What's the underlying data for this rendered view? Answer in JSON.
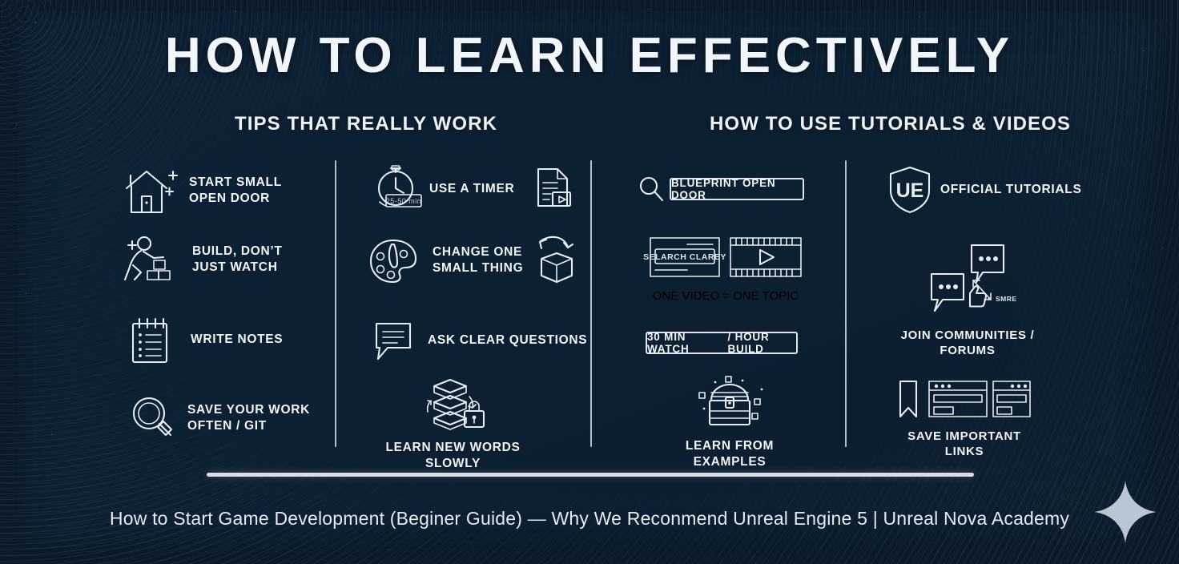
{
  "poster": {
    "title": "HOW TO LEARN EFFECTIVELY",
    "footer_caption": "How to Start Game Development (Beginer Guide) — Why We Reconmend Unreal Engine 5 | Unreal Nova Academy",
    "background_color": "#0c1d2e",
    "frame_color": "#0a1724",
    "ink_color": "#e4ecf4",
    "logo_icon": "four-point-sparkle-icon"
  },
  "sections": {
    "left": {
      "heading": "TIPS THAT REALLY WORK"
    },
    "right": {
      "heading": "HOW TO USE TUTORIALS & VIDEOS"
    }
  },
  "column1": {
    "items": [
      {
        "label": "START SMALL\nOPEN DOOR",
        "icon": "house-plus-icon"
      },
      {
        "label": "BUILD, DON’T\nJUST WATCH",
        "icon": "person-stacking-blocks-icon"
      },
      {
        "label": "WRITE NOTES",
        "icon": "notepad-list-icon"
      },
      {
        "label": "SAVE YOUR WORK\nOFTEN / GIT",
        "icon": "magnifier-icon"
      }
    ]
  },
  "column2": {
    "items": [
      {
        "label": "USE A TIMER",
        "icon": "stopwatch-icon",
        "badge": "25-50 min",
        "extra_icon": "document-video-icon"
      },
      {
        "label": "CHANGE ONE\nSMALL THING",
        "icon": "paint-palette-icon",
        "extra_icon": "cube-arrow-icon"
      },
      {
        "label": "ASK CLEAR QUESTIONS",
        "icon": "speech-bubble-lines-icon"
      },
      {
        "label": "LEARN NEW WORDS SLOWLY",
        "icon": "stacked-cubes-lock-icon"
      }
    ]
  },
  "column3": {
    "search_icon": "magnifier-icon",
    "search_value": "BLUEPRINT OPEN DOOR",
    "browser_mock_label": "SELARCH CLAREY",
    "browser_icon": "browser-window-icon",
    "film_icon": "film-strip-play-icon",
    "video_caption": "ONE VIDEO = ONE TOPIC",
    "time_box_left": "30 MIN WATCH",
    "time_box_right": "/ HOUR BUILD",
    "chest_icon": "treasure-chest-icon",
    "chest_caption": "LEARN FROM\nEXAMPLES"
  },
  "column4": {
    "items": [
      {
        "label": "OFFICIAL TUTORIALS",
        "icon": "ue-shield-logo-icon"
      },
      {
        "label": "JOIN COMMUNITIES / FORUMS",
        "icon": "speech-bubbles-thumbsup-icon",
        "badge": "SMRE"
      },
      {
        "label": "SAVE IMPORTANT LINKS",
        "icon": "bookmark-browser-windows-icon"
      }
    ]
  }
}
